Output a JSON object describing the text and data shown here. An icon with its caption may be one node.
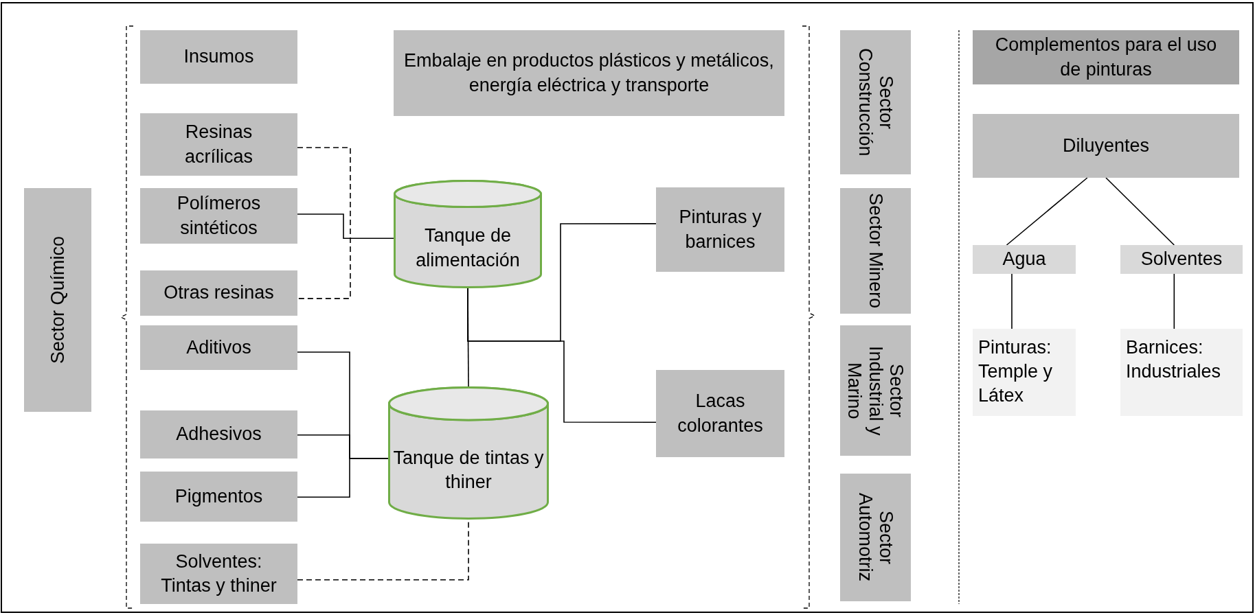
{
  "diagram": {
    "nodes": [
      {
        "text": [
          "Sector Químico"
        ]
      },
      {
        "text": [
          "Insumos"
        ]
      },
      {
        "text": [
          "Embalaje en productos plásticos y metálicos, energía eléctrica y transporte"
        ]
      },
      {
        "text": [
          "Resinas acrílicas"
        ]
      },
      {
        "text": [
          "Polímeros sintéticos"
        ]
      },
      {
        "text": [
          "Otras resinas"
        ]
      },
      {
        "text": [
          "Aditivos"
        ]
      },
      {
        "text": [
          "Adhesivos"
        ]
      },
      {
        "text": [
          "Pigmentos"
        ]
      },
      {
        "text": [
          "Solventes: Tintas y thiner"
        ]
      },
      {
        "text": [
          "Tanque de alimentación"
        ]
      },
      {
        "text": [
          "Tanque de tintas y thiner"
        ]
      },
      {
        "text": [
          "Pinturas y barnices"
        ]
      },
      {
        "text": [
          "Lacas colorantes"
        ]
      },
      {
        "text": [
          "Sector Construcción"
        ]
      },
      {
        "text": [
          "Sector Minero"
        ]
      },
      {
        "text": [
          "Sector Industrial y Marino"
        ]
      },
      {
        "text": [
          "Sector Automotriz"
        ]
      },
      {
        "text": [
          "Complementos para el uso de pinturas"
        ]
      },
      {
        "text": [
          "Diluyentes"
        ]
      },
      {
        "text": [
          "Agua"
        ]
      },
      {
        "text": [
          "Solventes"
        ]
      },
      {
        "text": [
          "Pinturas: Temple y Látex"
        ]
      },
      {
        "text": [
          "Barnices: Industriales"
        ]
      }
    ],
    "edges": [
      {
        "from": 3,
        "to": 5,
        "arrow": "none",
        "style": "dashed"
      },
      {
        "from": 4,
        "to": 10,
        "arrow": "none"
      },
      {
        "from": 6,
        "to": 11,
        "arrow": "none"
      },
      {
        "from": 7,
        "to": 11,
        "arrow": "none"
      },
      {
        "from": 8,
        "to": 11,
        "arrow": "none"
      },
      {
        "from": 9,
        "to": 11,
        "arrow": "none",
        "style": "dashed"
      },
      {
        "from": 10,
        "to": 11,
        "arrow": "none"
      },
      {
        "from": 10,
        "to": 12,
        "arrow": "none"
      },
      {
        "from": 10,
        "to": 13,
        "arrow": "none"
      },
      {
        "from": 19,
        "to": 20,
        "arrow": "none"
      },
      {
        "from": 19,
        "to": 21,
        "arrow": "none"
      },
      {
        "from": 20,
        "to": 22,
        "arrow": "none"
      },
      {
        "from": 21,
        "to": 23,
        "arrow": "none"
      }
    ]
  }
}
